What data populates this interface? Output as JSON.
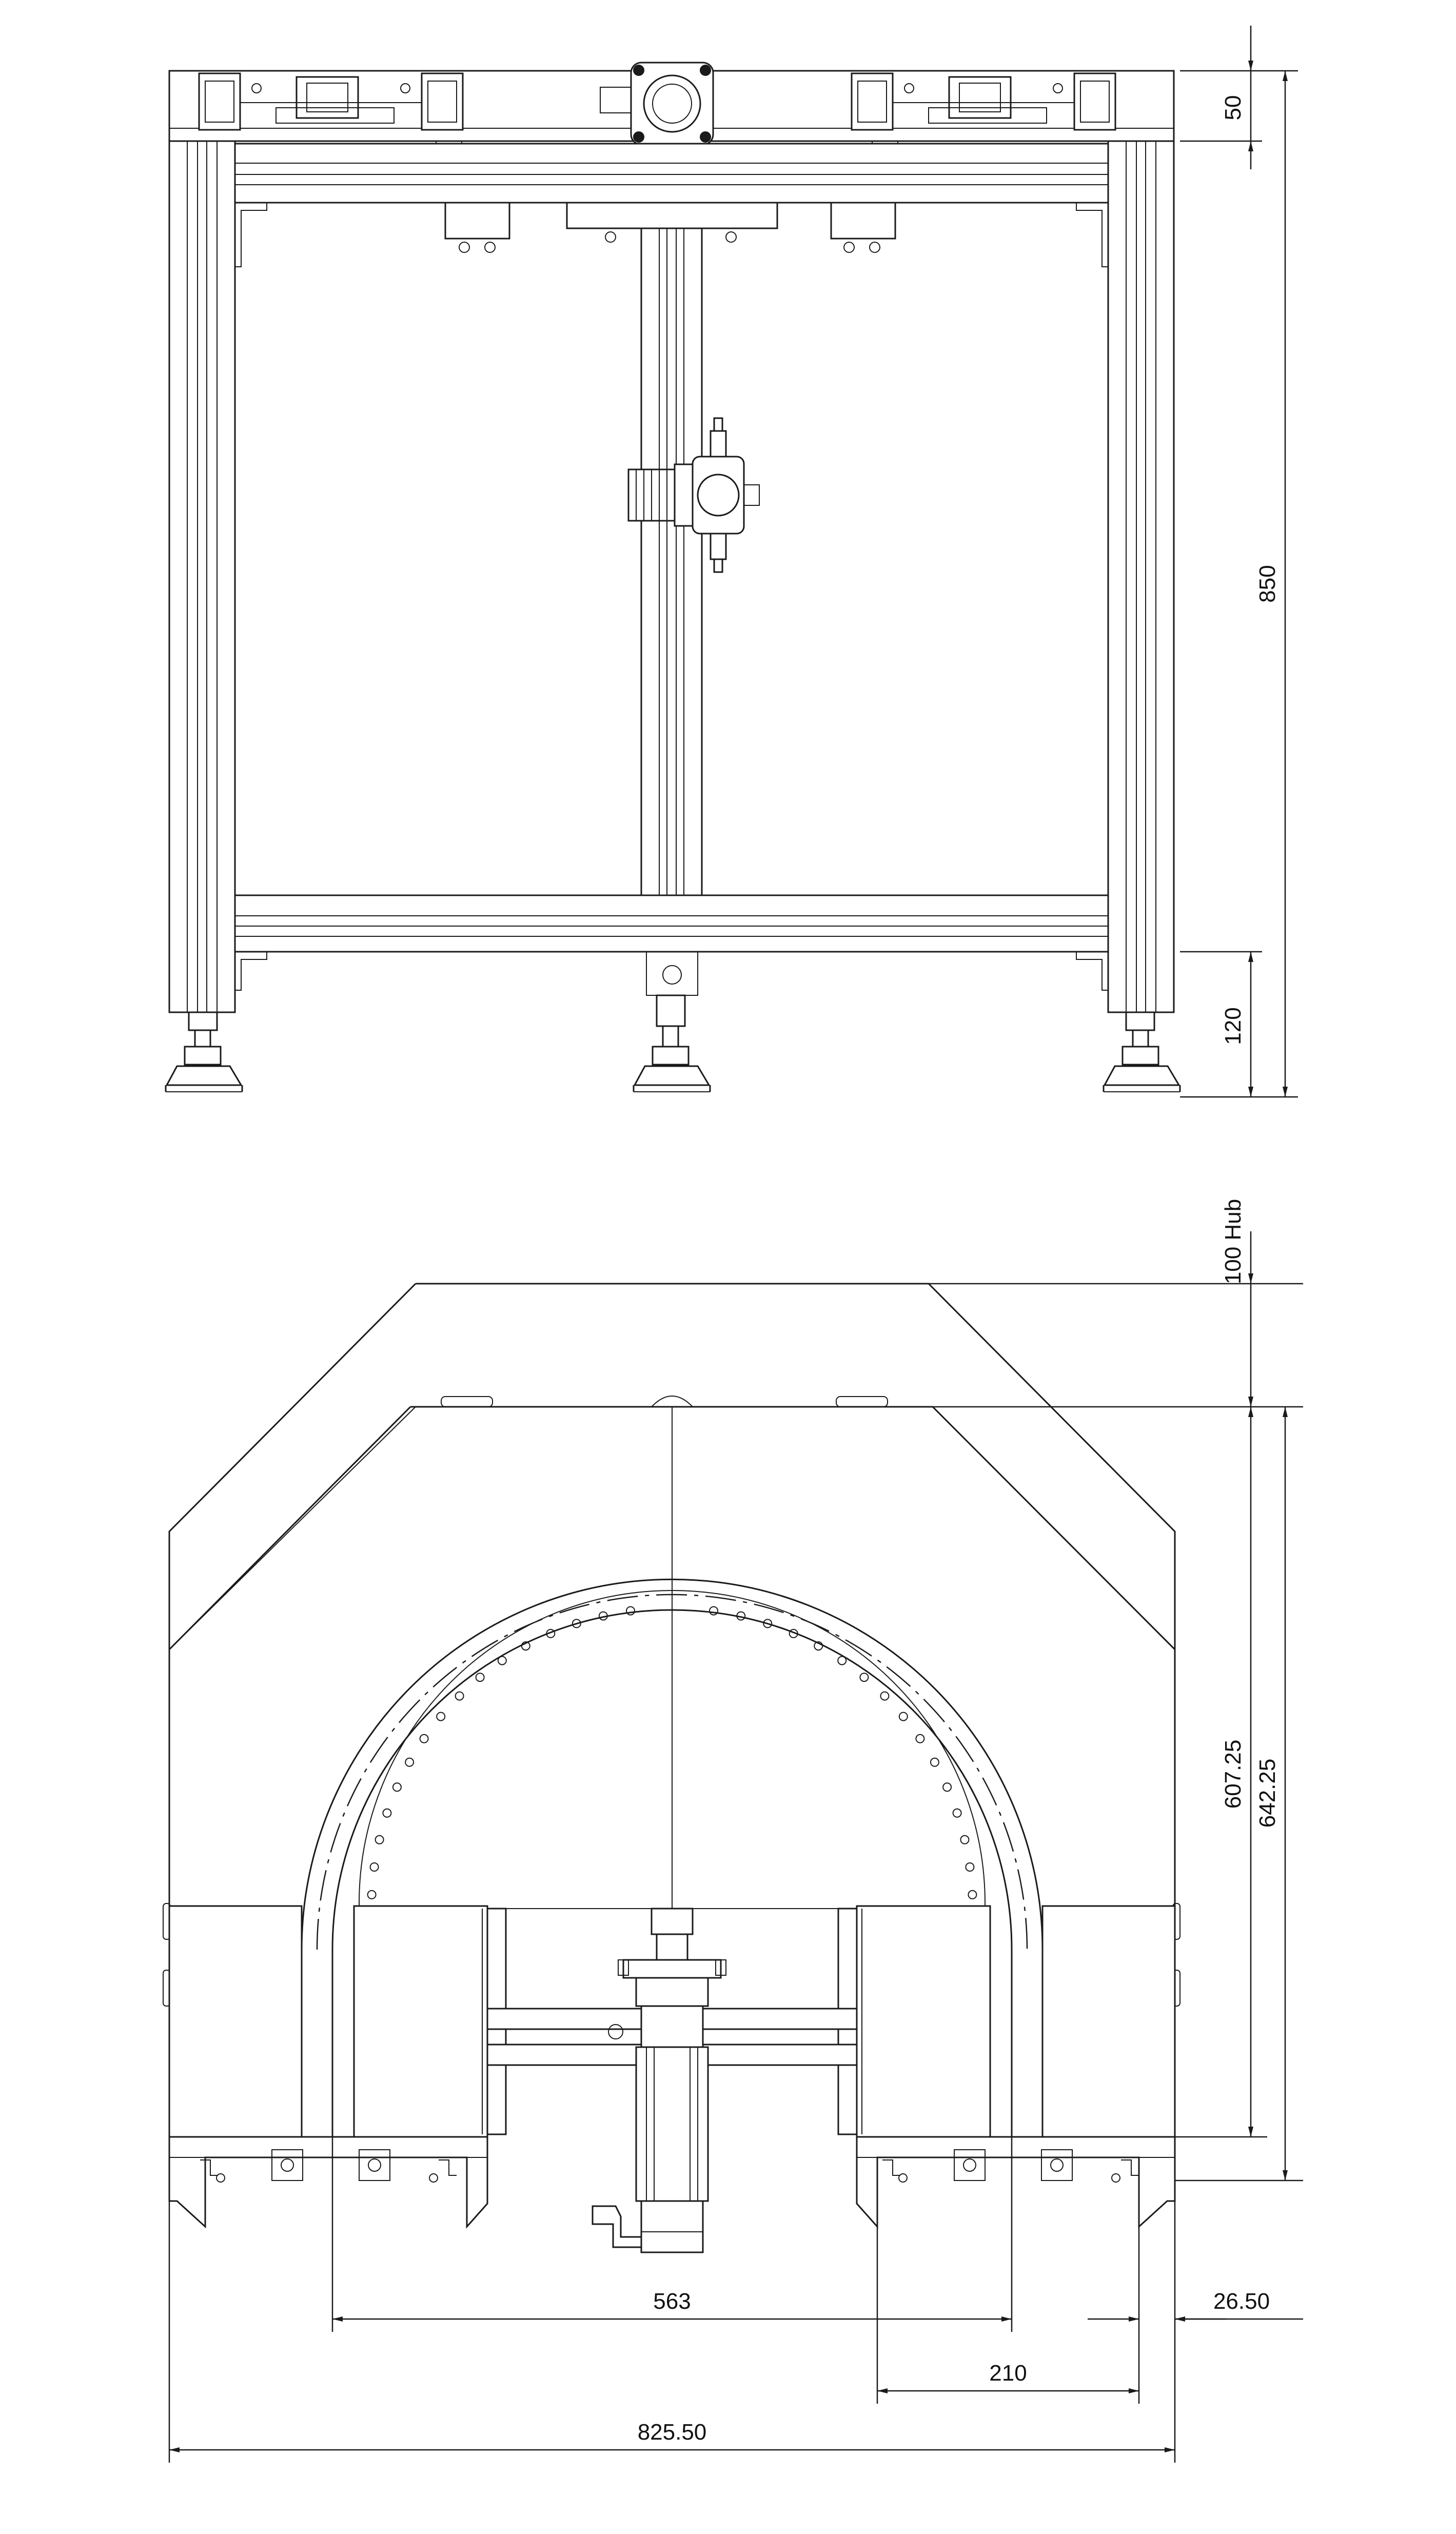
{
  "front_view": {
    "dimensions": {
      "top_height": "50",
      "total_height": "850",
      "foot_height": "120"
    }
  },
  "bottom_view": {
    "dimensions": {
      "stroke": "100 Hub",
      "height_inner": "607.25",
      "height_outer": "642.25",
      "width_inner": "563",
      "edge_offset": "26.50",
      "width_side": "210",
      "width_total": "825.50"
    }
  },
  "colors": {
    "line": "#1a1a1a",
    "background": "#ffffff"
  }
}
